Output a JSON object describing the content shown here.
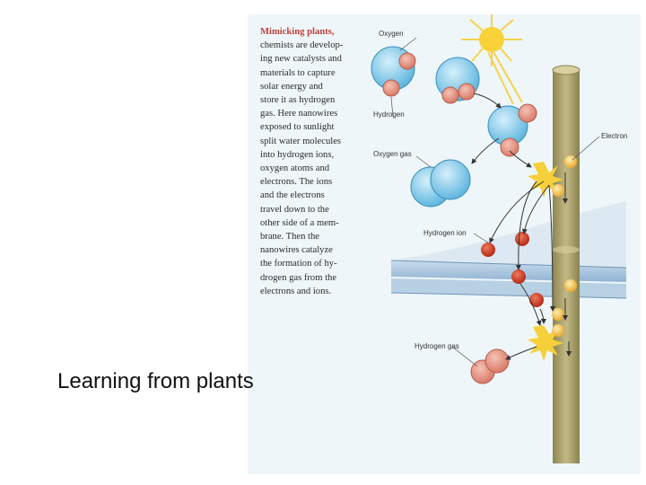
{
  "slide": {
    "title": "Learning from plants"
  },
  "figure": {
    "caption_lead": "Mimicking plants,",
    "caption_body": "chemists are develop-\ning new catalysts and\nmaterials to capture\nsolar energy and\nstore it as hydrogen\ngas. Here nanowires\nexposed to sunlight\nsplit water molecules\ninto hydrogen ions,\noxygen atoms and\nelectrons. The ions\nand the electrons\ntravel down to the\nother side of a mem-\nbrane. Then the\nnanowires catalyze\nthe formation of hy-\ndrogen gas from the\nelectrons and ions.",
    "labels": {
      "oxygen": "Oxygen",
      "hydrogen": "Hydrogen",
      "oxygen_gas": "Oxygen gas",
      "electron": "Electron",
      "hydrogen_ion": "Hydrogen ion",
      "hydrogen_gas": "Hydrogen gas"
    },
    "colors": {
      "oxygen_atom": "#7ec8e8",
      "hydrogen_atom": "#e88878",
      "hydrogen_ion": "#d8402a",
      "electron": "#f2c24a",
      "nanowire": "#b4aa72",
      "membrane": "#8fb4d6",
      "sun": "#f9d23a"
    }
  }
}
